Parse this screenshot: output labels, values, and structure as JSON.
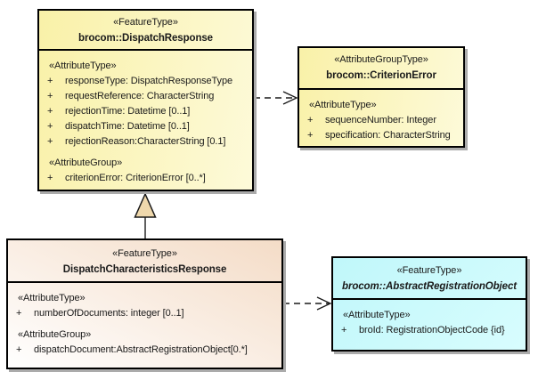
{
  "boxes": {
    "dispatch_response": {
      "stereotype": "«FeatureType»",
      "name": "brocom::DispatchResponse",
      "sections": [
        {
          "label": "«AttributeType»",
          "rows": [
            {
              "vis": "+",
              "text": "responseType: DispatchResponseType"
            },
            {
              "vis": "+",
              "text": "requestReference: CharacterString"
            },
            {
              "vis": "+",
              "text": "rejectionTime: Datetime [0..1]"
            },
            {
              "vis": "+",
              "text": "dispatchTime: Datetime [0..1]"
            },
            {
              "vis": "+",
              "text": "rejectionReason:CharacterString [0.1]"
            }
          ]
        },
        {
          "label": "«AttributeGroup»",
          "rows": [
            {
              "vis": "+",
              "text": "criterionError: CriterionError [0..*]"
            }
          ]
        }
      ]
    },
    "criterion_error": {
      "stereotype": "«AttributeGroupType»",
      "name": "brocom::CriterionError",
      "sections": [
        {
          "label": "«AttributeType»",
          "rows": [
            {
              "vis": "+",
              "text": "sequenceNumber: Integer"
            },
            {
              "vis": "+",
              "text": "specification: CharacterString"
            }
          ]
        }
      ]
    },
    "dispatch_characteristics_response": {
      "stereotype": "«FeatureType»",
      "name": "DispatchCharacteristicsResponse",
      "sections": [
        {
          "label": "«AttributeType»",
          "rows": [
            {
              "vis": "+",
              "text": "numberOfDocuments: integer [0..1]"
            }
          ]
        },
        {
          "label": "«AttributeGroup»",
          "rows": [
            {
              "vis": "+",
              "text": "dispatchDocument:AbstractRegistrationObject[0.*]"
            }
          ]
        }
      ]
    },
    "abstract_registration_object": {
      "stereotype": "«FeatureType»",
      "name": "brocom::AbstractRegistrationObject",
      "sections": [
        {
          "label": "«AttributeType»",
          "rows": [
            {
              "vis": "+",
              "text": "broId: RegistrationObjectCode {id}"
            }
          ]
        }
      ]
    }
  },
  "connectors": [
    {
      "type": "dependency",
      "style": "dashed-open-arrow",
      "from": "brocom::DispatchResponse",
      "to": "brocom::CriterionError"
    },
    {
      "type": "generalization",
      "style": "solid-triangle",
      "from": "DispatchCharacteristicsResponse",
      "to": "brocom::DispatchResponse"
    },
    {
      "type": "dependency",
      "style": "dashed-open-arrow",
      "from": "DispatchCharacteristicsResponse",
      "to": "brocom::AbstractRegistrationObject"
    }
  ],
  "colors": {
    "yellow_a": "#F9F1A8",
    "yellow_b": "#FDFAD9",
    "peach_a": "#FFFFFF",
    "peach_b": "#F4DCC7",
    "cyan_a": "#C0F7FA",
    "cyan_b": "#D8FDFE",
    "shadow_c": "#ABABAB",
    "triangle_fill": "#EFD8AC",
    "border_c": "#000000",
    "text_c": "#1A1A1A"
  }
}
